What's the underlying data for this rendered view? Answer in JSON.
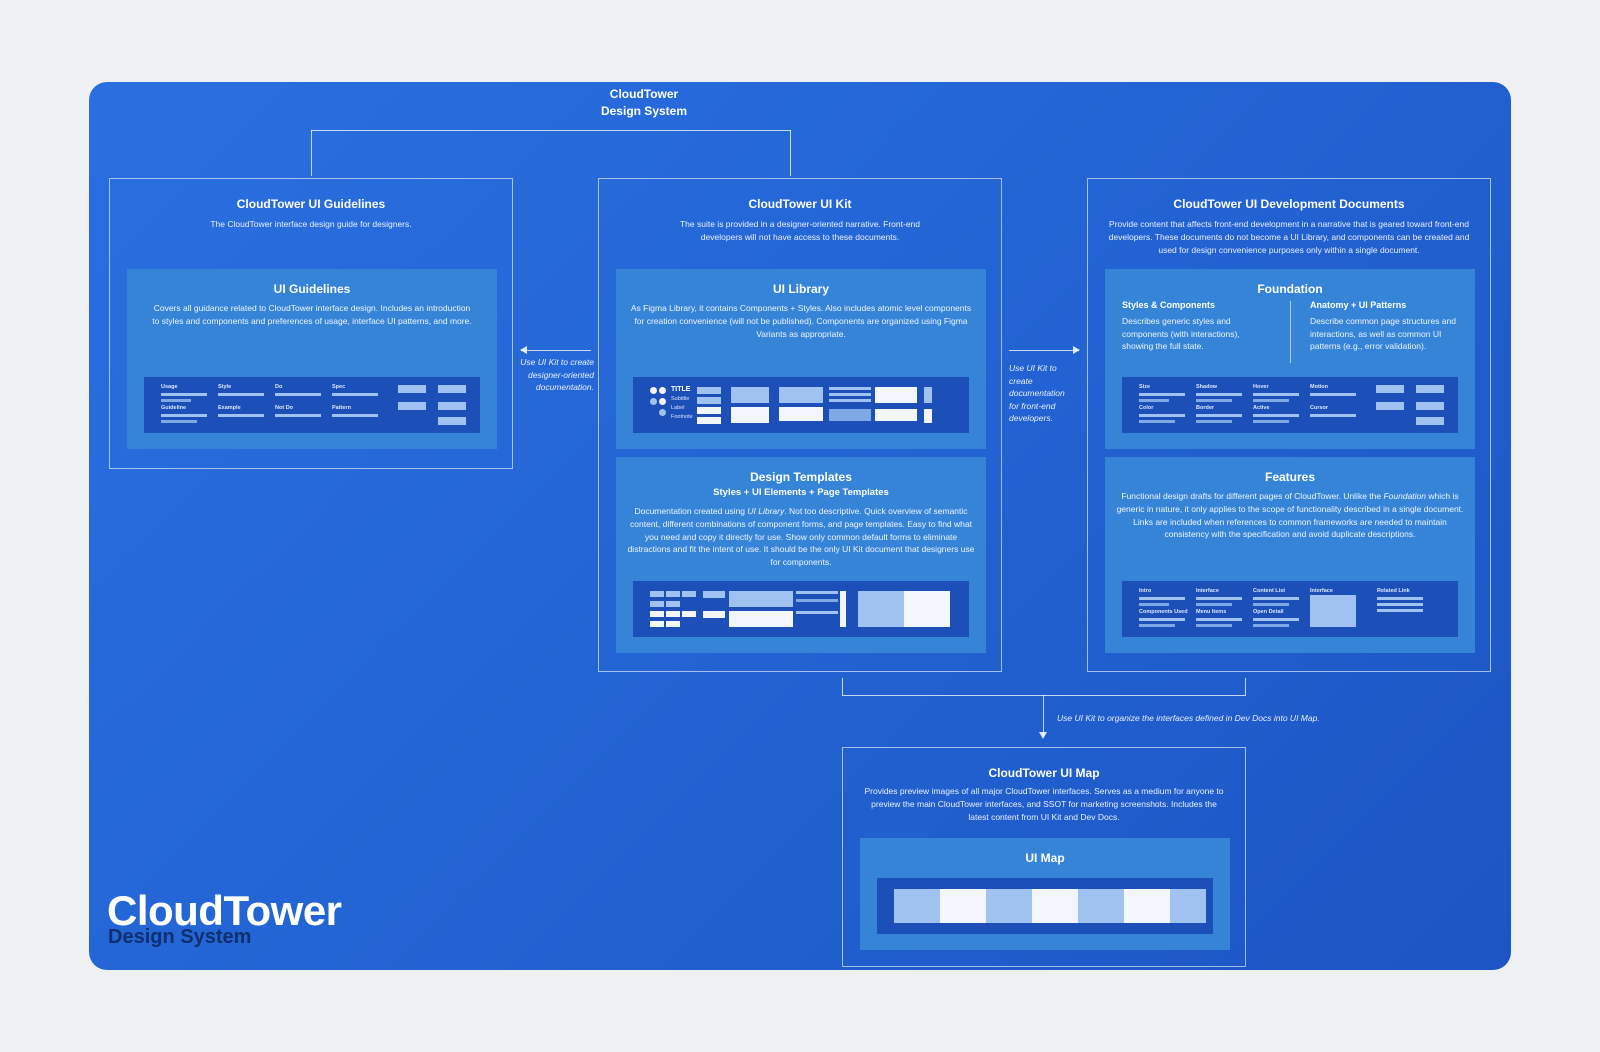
{
  "root": {
    "line1": "CloudTower",
    "line2": "Design System"
  },
  "guidelines": {
    "title": "CloudTower UI Guidelines",
    "desc": "The CloudTower interface design guide for designers.",
    "panel": {
      "title": "UI Guidelines",
      "desc": "Covers all guidance related to CloudTower interface design. Includes an introduction to styles and components and preferences of usage, interface UI patterns, and more.",
      "labels": [
        "Usage",
        "Style",
        "Do",
        "Spec",
        "Guideline",
        "Example",
        "Not Do",
        "Pattern"
      ]
    }
  },
  "uikit": {
    "title": "CloudTower UI Kit",
    "desc": "The suite is provided in a designer-oriented narrative. Front-end developers will not have access to these documents.",
    "library": {
      "title": "UI Library",
      "desc": "As Figma Library, it contains Components + Styles. Also includes atomic level components for creation convenience (will not be published). Components are organized using Figma Variants as appropriate.",
      "labels": [
        "TITLE",
        "Subtitle",
        "Label",
        "Footnote"
      ]
    },
    "templates": {
      "title": "Design Templates",
      "subtitle": "Styles + UI Elements + Page Templates",
      "desc_before": "Documentation created using ",
      "desc_em": "UI Library",
      "desc_after": ". Not too descriptive. Quick overview of semantic content, different combinations of component forms, and page templates. Easy to find what you need and copy it directly for use. Show only common default forms to eliminate distractions and fit the intent of use. It should be the only UI Kit document that designers use for components."
    }
  },
  "devdocs": {
    "title": "CloudTower UI Development Documents",
    "desc": "Provide content that affects front-end development in a narrative that is geared toward front-end developers. These documents do not become a UI Library, and components can be created and used for design convenience purposes only within a single document.",
    "foundation": {
      "title": "Foundation",
      "col1_title": "Styles & Components",
      "col1_desc": "Describes generic styles and components (with interactions), showing the full state.",
      "col2_title": "Anatomy + UI Patterns",
      "col2_desc": "Describe common page structures and interactions, as well as common UI patterns (e.g., error validation).",
      "labels": [
        "Size",
        "Shadow",
        "Hover",
        "Motion",
        "Color",
        "Border",
        "Active",
        "Cursor"
      ]
    },
    "features": {
      "title": "Features",
      "desc_before": "Functional design drafts for different pages of CloudTower. Unlike the ",
      "desc_em": "Foundation",
      "desc_after": " which is generic in nature, it only applies to the scope of functionality described in a single document. Links are included when references to common frameworks are needed to maintain consistency with the specification and avoid duplicate descriptions.",
      "labels": [
        "Intro",
        "Interface",
        "Content List",
        "Interface",
        "Related Link",
        "Components Used",
        "Menu Items",
        "Open Detail"
      ]
    }
  },
  "uimap": {
    "title": "CloudTower UI Map",
    "desc": "Provides preview images of all major CloudTower interfaces. Serves as a medium for anyone to preview the main CloudTower interfaces, and SSOT for marketing screenshots. Includes the latest content from UI Kit and Dev Docs.",
    "panel_title": "UI Map"
  },
  "edges": {
    "to_guidelines": "Use UI Kit to create designer-oriented documentation.",
    "to_devdocs": "Use UI Kit to create documentation for front-end developers.",
    "to_uimap": "Use UI Kit to organize the interfaces defined in Dev Docs into UI Map."
  },
  "brand": {
    "name": "CloudTower",
    "sub": "Design System"
  },
  "colors": {
    "canvas": "#2466d6",
    "panel": "#3584d8",
    "strip": "#1d4fb8",
    "brand_sub": "#0f2f6e"
  }
}
